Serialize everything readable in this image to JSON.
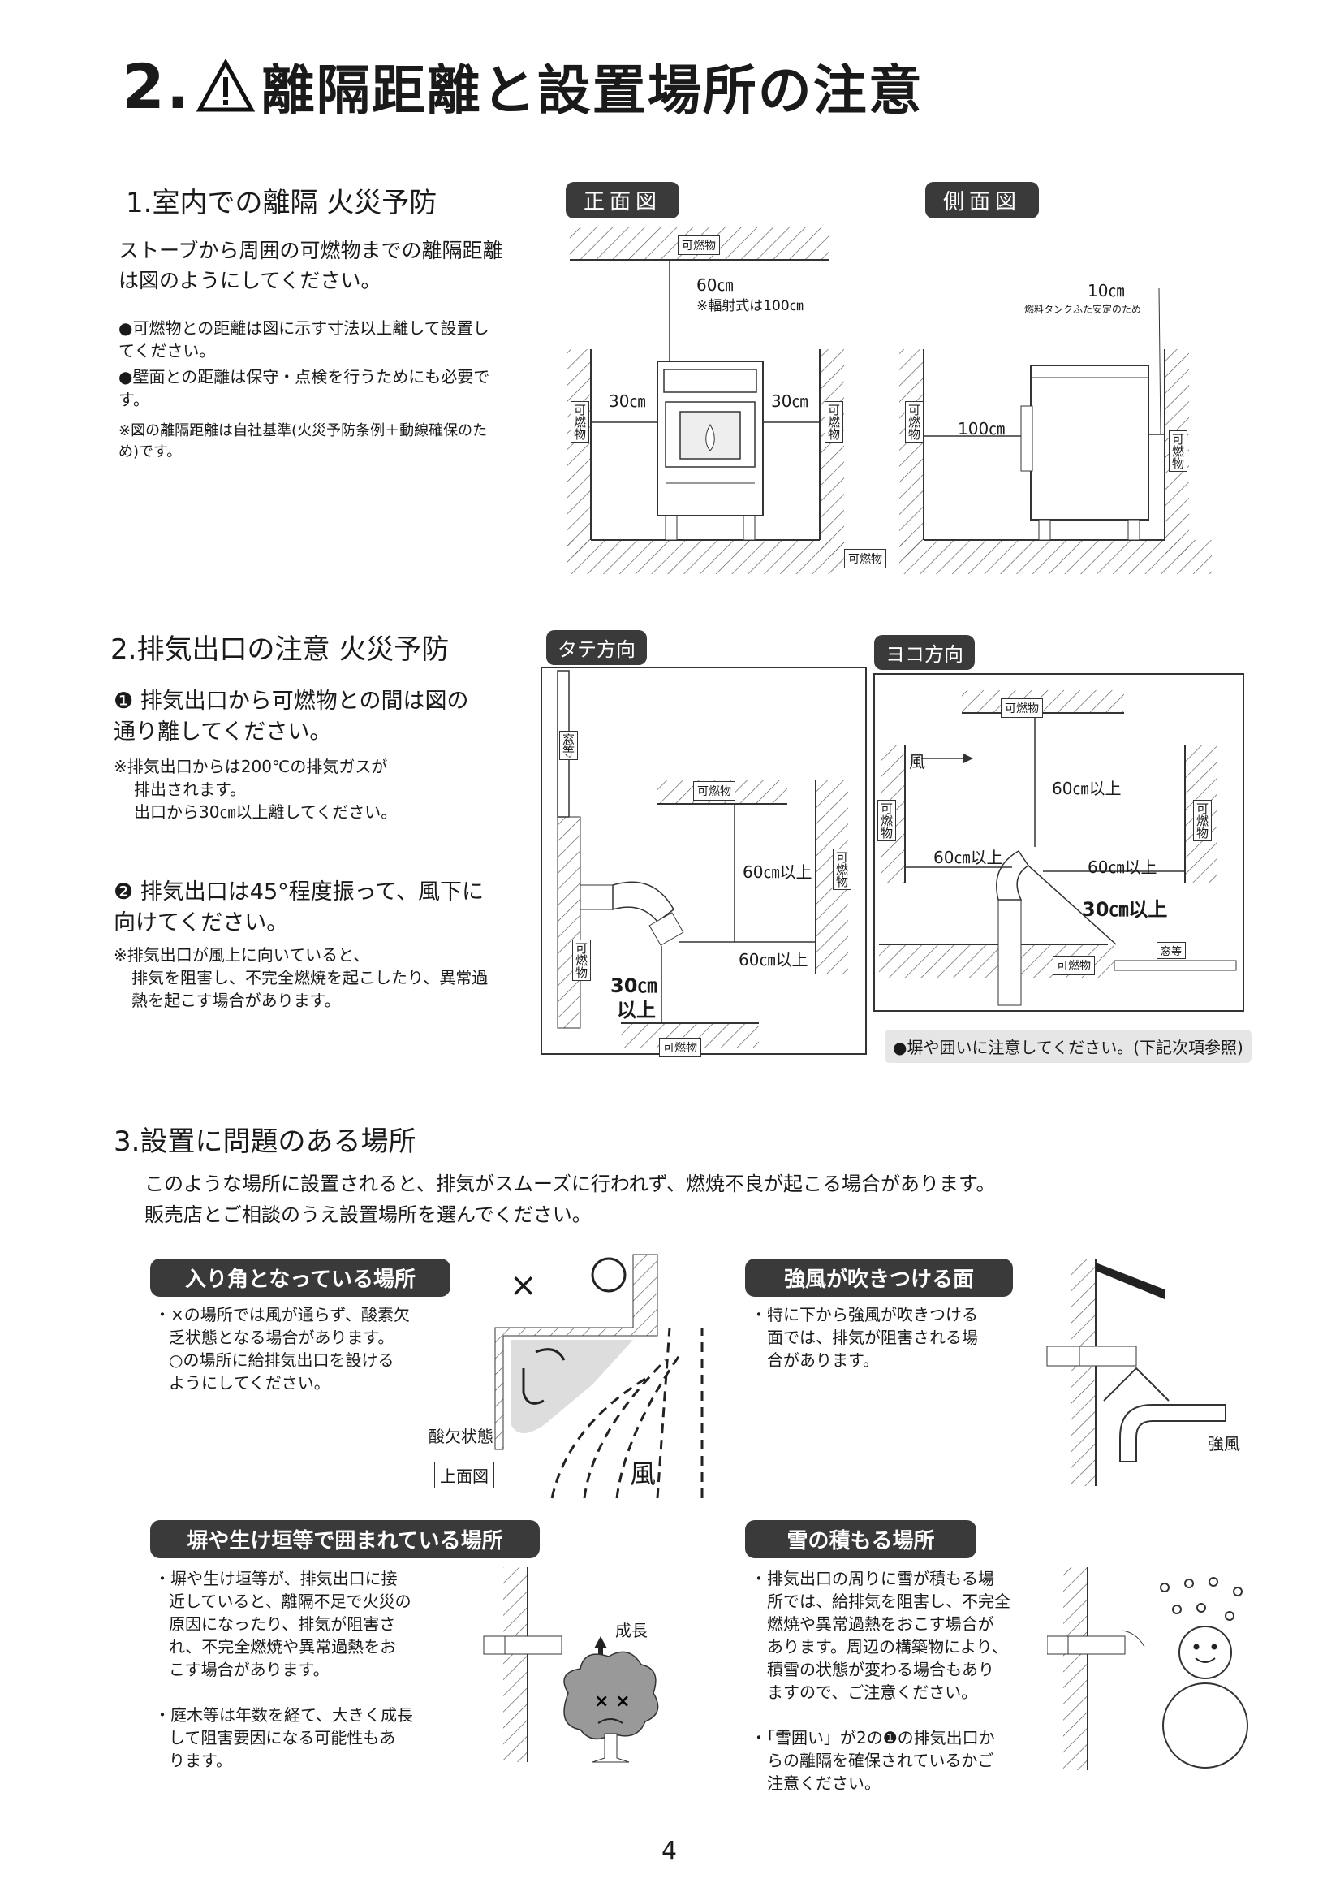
{
  "title": {
    "num": "2.",
    "text": "離隔距離と設置場所の注意"
  },
  "s1": {
    "heading": "1.室内での離隔 火災予防",
    "intro": "ストーブから周囲の可燃物までの離隔距離は図のようにしてください。",
    "bullets": [
      "●可燃物との距離は図に示す寸法以上離して設置してください。",
      "●壁面との距離は保守・点検を行うためにも必要です。"
    ],
    "note": "※図の離隔距離は自社基準(火災予防条例＋動線確保のため)です。",
    "front": {
      "tag": "正面図",
      "top": "60㎝",
      "top_note": "※輻射式は100㎝",
      "left": "30㎝",
      "right": "30㎝"
    },
    "side": {
      "tag": "側面図",
      "top": "10㎝",
      "top_note": "燃料タンクふた安定のため",
      "back": "100㎝"
    },
    "combustible": "可燃物"
  },
  "s2": {
    "heading": "2.排気出口の注意 火災予防",
    "item1": "❶ 排気出口から可燃物との間は図の通り離してください。",
    "note1": [
      "※排気出口からは200℃の排気ガスが",
      "排出されます。",
      "出口から30㎝以上離してください。"
    ],
    "item2": "❷ 排気出口は45°程度振って、風下に向けてください。",
    "note2": [
      "※排気出口が風上に向いていると、",
      "排気を阻害し、不完全燃焼を起こしたり、異常過",
      "熱を起こす場合があります。"
    ],
    "vertical": {
      "tag": "タテ方向",
      "window": "窓等",
      "up": "60㎝以上",
      "side": "60㎝以上",
      "down1": "30㎝",
      "down2": "以上"
    },
    "horizontal": {
      "tag": "ヨコ方向",
      "wind": "風",
      "up": "60㎝以上",
      "left": "60㎝以上",
      "right": "60㎝以上",
      "side": "30㎝以上",
      "window": "窓等"
    },
    "caption": "●塀や囲いに注意してください。(下記次項参照)"
  },
  "s3": {
    "heading": "3.設置に問題のある場所",
    "intro1": "このような場所に設置されると、排気がスムーズに行われず、燃焼不良が起こる場合があります。",
    "intro2": "販売店とご相談のうえ設置場所を選んでください。",
    "c1": {
      "title": "入り角となっている場所",
      "lines": [
        "・×の場所では風が通らず、酸素欠",
        "乏状態となる場合があります。",
        "○の場所に給排気出口を設ける",
        "ようにしてください。"
      ],
      "x": "×",
      "o": "○",
      "oxygen": "酸欠状態",
      "view": "上面図",
      "wind": "風"
    },
    "c2": {
      "title": "強風が吹きつける面",
      "lines": [
        "・特に下から強風が吹きつける",
        "面では、排気が阻害される場",
        "合があります。"
      ],
      "wind": "強風"
    },
    "c3": {
      "title": "塀や生け垣等で囲まれている場所",
      "lines": [
        "・塀や生け垣等が、排気出口に接",
        "近していると、離隔不足で火災の",
        "原因になったり、排気が阻害さ",
        "れ、不完全燃焼や異常過熱をお",
        "こす場合があります。",
        "",
        "・庭木等は年数を経て、大きく成長",
        "して阻害要因になる可能性もあ",
        "ります。"
      ],
      "growth": "成長"
    },
    "c4": {
      "title": "雪の積もる場所",
      "lines": [
        "・排気出口の周りに雪が積もる場",
        "所では、給排気を阻害し、不完全",
        "燃焼や異常過熱をおこす場合が",
        "あります。周辺の構築物により、",
        "積雪の状態が変わる場合もあり",
        "ますので、ご注意ください。",
        "",
        "・「雪囲い」が2の❶の排気出口か",
        "らの離隔を確保されているかご",
        "注意ください。"
      ]
    }
  },
  "page_number": "4"
}
